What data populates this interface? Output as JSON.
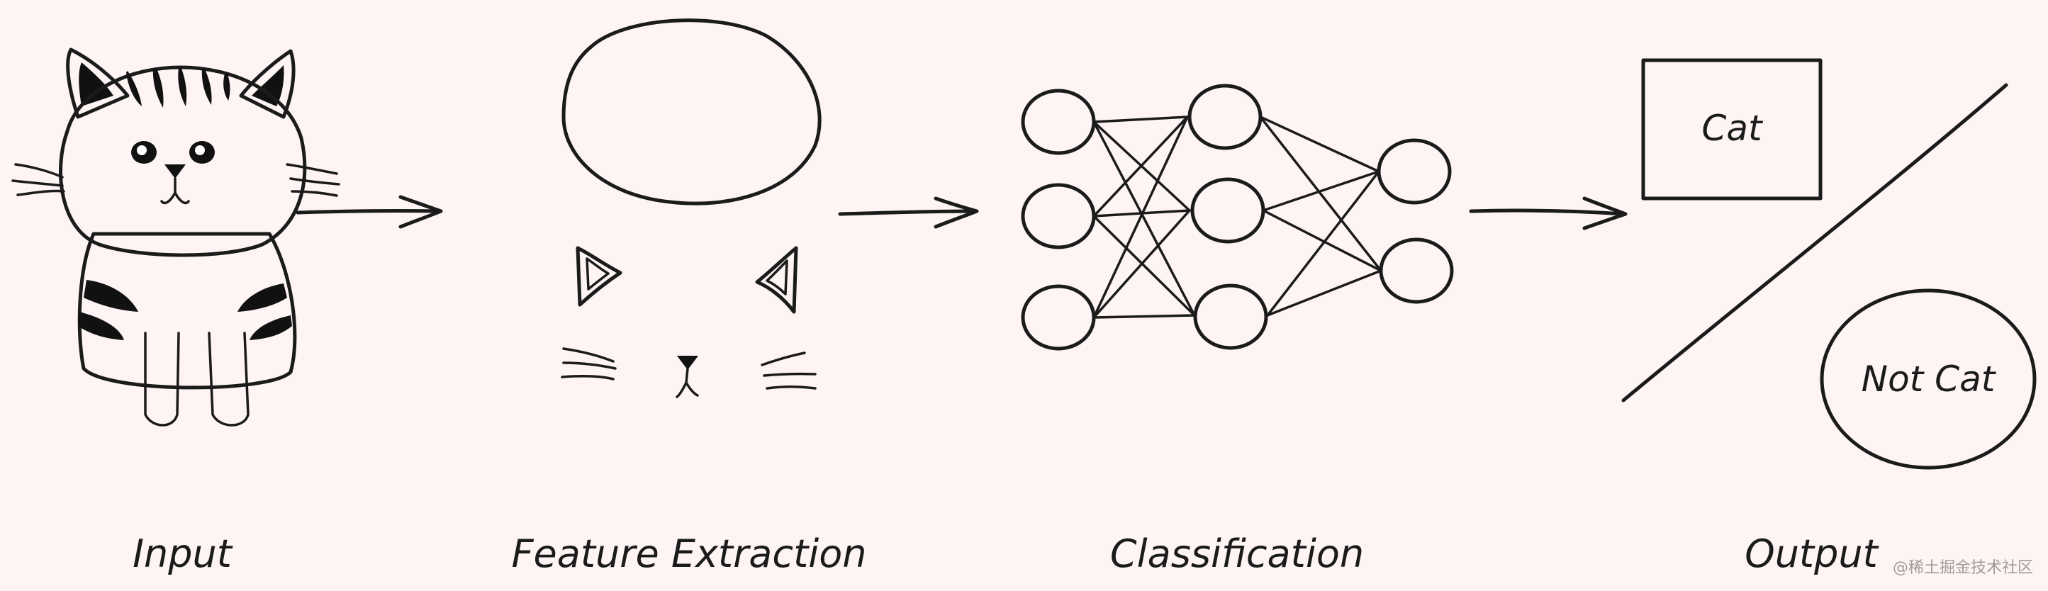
{
  "stages": {
    "input": "Input",
    "feature_extraction": "Feature Extraction",
    "classification": "Classification",
    "output": "Output"
  },
  "outputs": {
    "cat": "Cat",
    "not_cat": "Not Cat"
  },
  "watermark": "@稀土掘金技术社区",
  "colors": {
    "background": "#fdf4f3",
    "cat_fill": "#e3c1c6",
    "stripe": "#111111",
    "input_node": "#e3c1c6",
    "hidden_node": "#e65a8c",
    "output_node_cat": "#2bb0c7",
    "output_node_not_cat": "#f45f5f",
    "cat_box": "#2bb0c7",
    "not_cat_ellipse": "#f45f5f"
  }
}
